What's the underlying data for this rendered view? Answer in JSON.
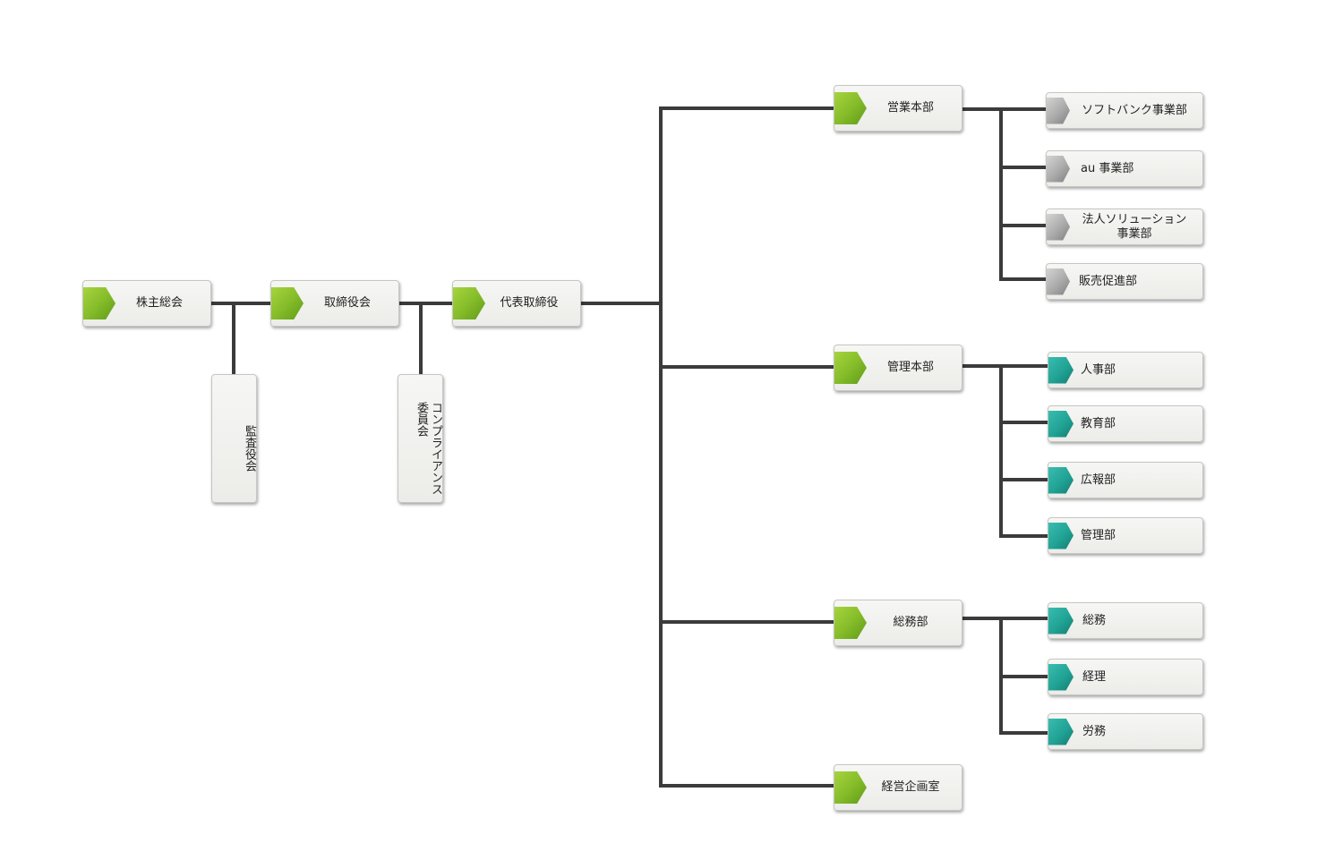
{
  "nodes": {
    "shareholders_meeting": "株主総会",
    "auditors": "監査役会",
    "board": "取締役会",
    "compliance": "コンプライアンス\n委員会",
    "president": "代表取締役",
    "sales_hq": "営業本部",
    "admin_hq": "管理本部",
    "general_affairs_dept": "総務部",
    "planning_office": "経営企画室",
    "softbank_div": "ソフトバンク事業部",
    "au_div": "au 事業部",
    "corporate_solutions_div": "法人ソリューション\n事業部",
    "sales_promo_dept": "販売促進部",
    "hr_dept": "人事部",
    "education_dept": "教育部",
    "pr_dept": "広報部",
    "management_dept": "管理部",
    "general_affairs": "総務",
    "accounting": "経理",
    "labor": "労務"
  },
  "colors": {
    "connector": "#3b3b3b",
    "primary_tag": "#86bd2a",
    "sales_child_tag": "#a9a9a9",
    "admin_child_tag": "#20a294"
  }
}
